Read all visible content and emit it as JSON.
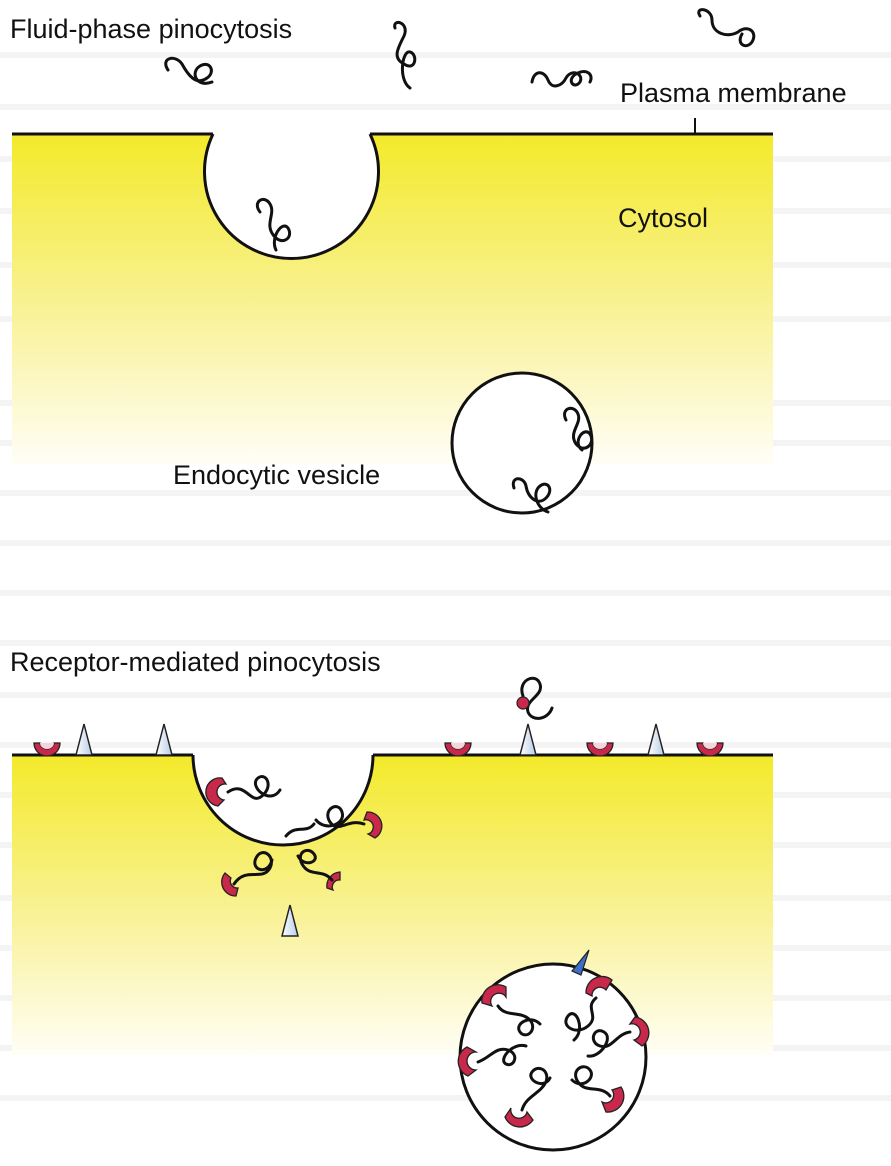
{
  "labels": {
    "fluid_phase": "Fluid-phase pinocytosis",
    "plasma_membrane": "Plasma membrane",
    "cytosol": "Cytosol",
    "endocytic_vesicle": "Endocytic vesicle",
    "receptor_mediated": "Receptor-mediated pinocytosis"
  },
  "colors": {
    "cytosol_top": "#f4ec2c",
    "cytosol_bottom": "#fffef2",
    "membrane": "#111111",
    "receptor": "#c8284a",
    "receptor_light": "#f2c9d3",
    "receptor_cone": "#d4e2f4",
    "ligand": "#111111"
  },
  "icons": [
    "receptor-cup-icon",
    "receptor-cone-icon",
    "ligand-squiggle-icon"
  ]
}
